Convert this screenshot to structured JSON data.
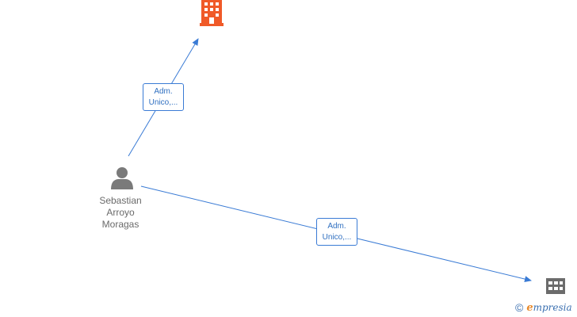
{
  "colors": {
    "edge": "#3a7bd5",
    "company_primary": "#f05a28",
    "company_secondary": "#6b6b6b",
    "person": "#7a7a7a"
  },
  "nodes": {
    "person": {
      "icon": "person-icon",
      "name_lines": [
        "Sebastian",
        "Arroyo",
        "Moragas"
      ]
    },
    "company_top": {
      "icon": "building-icon"
    },
    "company_bottom": {
      "icon": "building-icon"
    }
  },
  "edges": [
    {
      "label_lines": [
        "Adm.",
        "Unico,..."
      ]
    },
    {
      "label_lines": [
        "Adm.",
        "Unico,..."
      ]
    }
  ],
  "watermark": {
    "copyright": "©",
    "brand_first": "e",
    "brand_rest": "mpresia"
  }
}
